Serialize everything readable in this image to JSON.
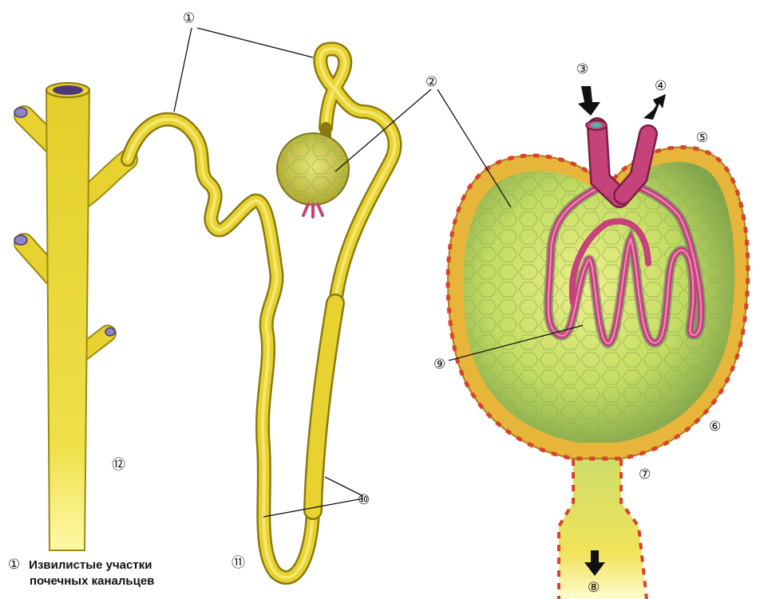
{
  "labels": {
    "n1": "①",
    "n2": "②",
    "n3": "③",
    "n4": "④",
    "n5": "⑤",
    "n6": "⑥",
    "n7": "⑦",
    "n8": "⑧",
    "n9": "⑨",
    "n10": "⑩",
    "n11": "⑪",
    "n12": "⑫"
  },
  "caption": {
    "number": "①",
    "line1": "Извилистые участки",
    "line2": "почечных канальцев"
  },
  "colors": {
    "tubule_yellow": "#e8d230",
    "tubule_outline": "#8a7a10",
    "capsule_green": "#b9d55a",
    "capsule_rim": "#e7b53a",
    "rim_dots": "#d9432a",
    "capillary": "#c5427a",
    "capillary_shadow": "#4f7a6c",
    "arrow": "#111111",
    "duct_cut": "#6b5fa0"
  }
}
